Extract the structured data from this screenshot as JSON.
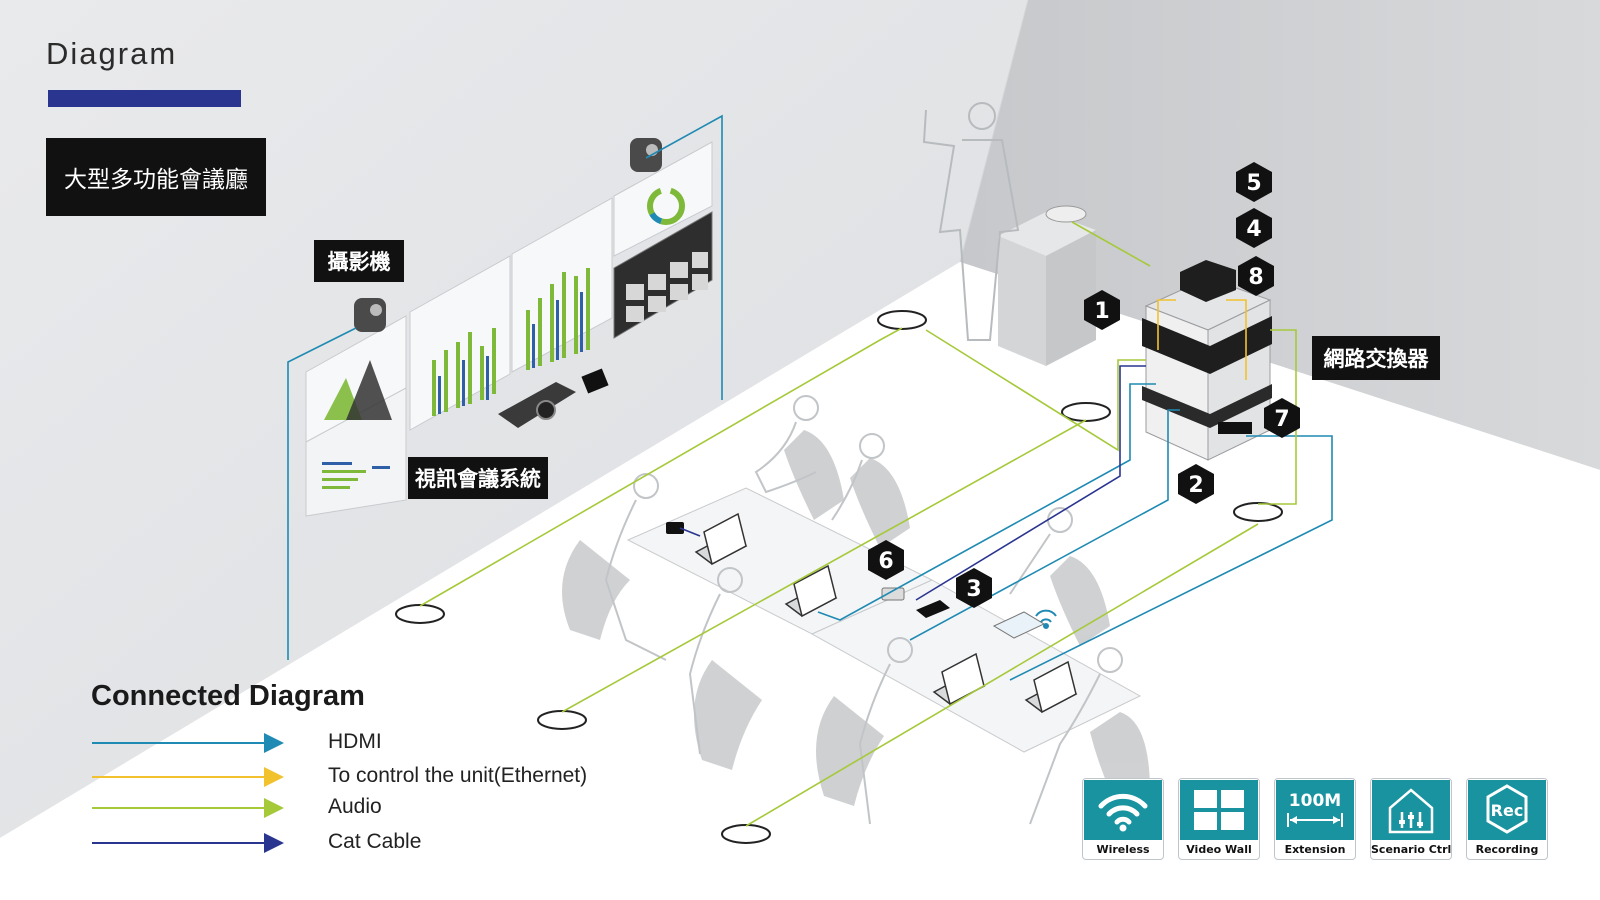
{
  "header": {
    "title": "Diagram",
    "room_label": "大型多功能會議廳"
  },
  "labels": {
    "camera": "攝影機",
    "video_conference": "視訊會議系統",
    "network_switch": "網路交換器"
  },
  "badges": [
    "1",
    "2",
    "3",
    "4",
    "5",
    "6",
    "7",
    "8"
  ],
  "legend": {
    "title": "Connected Diagram",
    "items": [
      {
        "label": "HDMI",
        "color": "#1f8ab3"
      },
      {
        "label": "To control the unit(Ethernet)",
        "color": "#f2c12e"
      },
      {
        "label": "Audio",
        "color": "#a6c93a"
      },
      {
        "label": "Cat Cable",
        "color": "#2a3590"
      }
    ]
  },
  "features": [
    {
      "label": "Wireless",
      "icon": "wifi-icon"
    },
    {
      "label": "Video Wall",
      "icon": "video-wall-icon"
    },
    {
      "label": "Extension",
      "icon": "extension-icon",
      "art_text": "100M"
    },
    {
      "label": "Scenario Ctrl",
      "icon": "scenario-control-icon"
    },
    {
      "label": "Recording",
      "icon": "recording-icon",
      "art_text": "Rec"
    }
  ],
  "colors": {
    "accent_bar": "#2a3590",
    "hdmi": "#1f8ab3",
    "ethernet": "#f2c12e",
    "audio": "#a6c93a",
    "cat": "#2a3590",
    "icon_teal": "#19939f",
    "wall_chart_green": "#7fb93a",
    "wall_chart_blue": "#2f5fa6"
  }
}
